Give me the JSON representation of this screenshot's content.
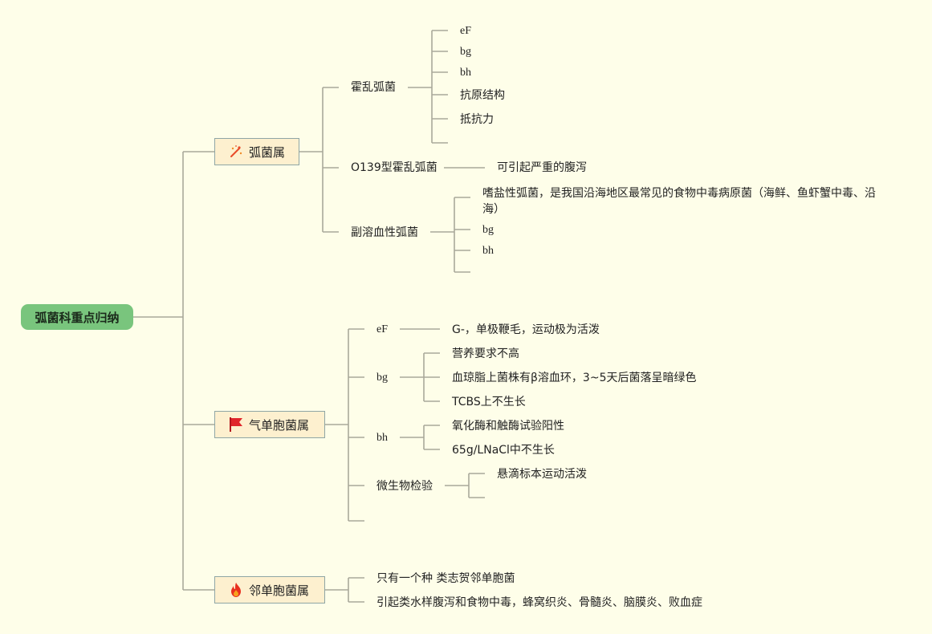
{
  "root": {
    "label": "弧菌科重点归纳"
  },
  "branches": {
    "vibrio": {
      "label": "弧菌属",
      "icon": "sparkle-icon",
      "cholerae": {
        "label": "霍乱弧菌",
        "items": [
          "eF",
          "bg",
          "bh",
          "抗原结构",
          "抵抗力"
        ]
      },
      "o139": {
        "label": "O139型霍乱弧菌",
        "detail": "可引起严重的腹泻"
      },
      "parahaemolyticus": {
        "label": "副溶血性弧菌",
        "items": [
          "嗜盐性弧菌，是我国沿海地区最常见的食物中毒病原菌（海鲜、鱼虾蟹中毒、沿海）",
          "bg",
          "bh"
        ]
      }
    },
    "aeromonas": {
      "label": "气单胞菌属",
      "icon": "red-flag-icon",
      "ef": {
        "label": "eF",
        "detail": "G-，单极鞭毛，运动极为活泼"
      },
      "bg": {
        "label": "bg",
        "items": [
          "营养要求不高",
          "血琼脂上菌株有β溶血环，3~5天后菌落呈暗绿色",
          "TCBS上不生长"
        ]
      },
      "bh": {
        "label": "bh",
        "items": [
          "氧化酶和触酶试验阳性",
          "65g/LNaCl中不生长"
        ]
      },
      "micro": {
        "label": "微生物检验",
        "items": [
          "悬滴标本运动活泼"
        ]
      }
    },
    "plesiomonas": {
      "label": "邻单胞菌属",
      "icon": "fire-icon",
      "items": [
        "只有一个种 类志贺邻单胞菌",
        "引起类水样腹泻和食物中毒，蜂窝织炎、骨髓炎、脑膜炎、败血症"
      ]
    }
  },
  "colors": {
    "background": "#fefee9",
    "root": "#79c57d",
    "branch": "#fdf0cf",
    "line": "#a9a89a"
  }
}
